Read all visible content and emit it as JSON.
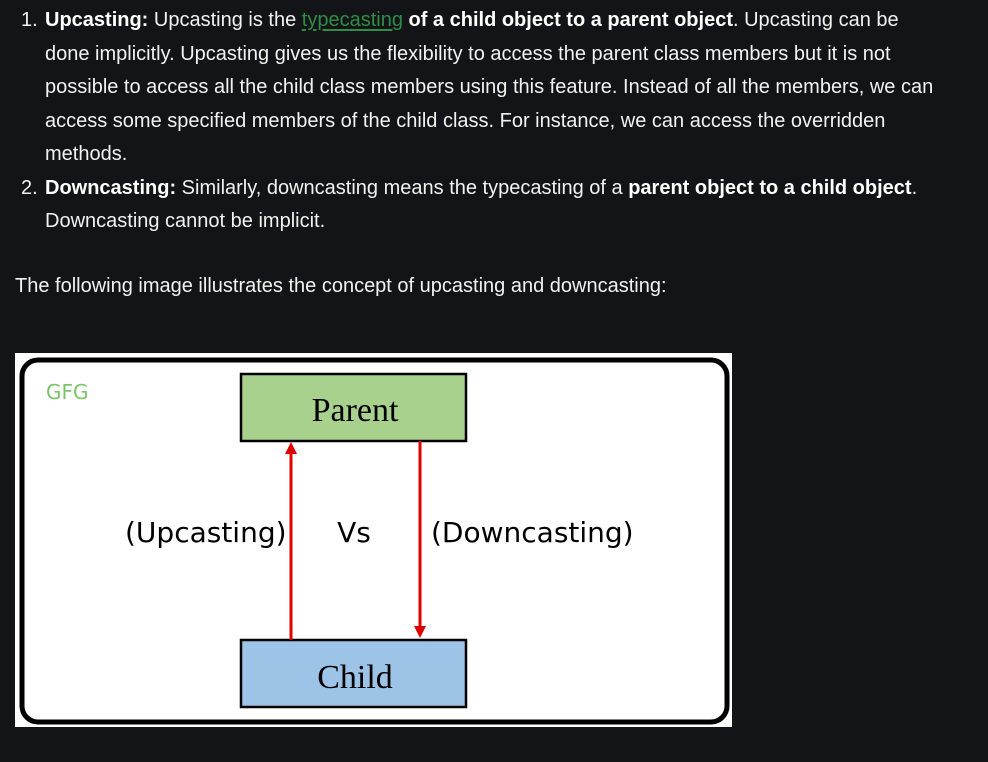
{
  "list": {
    "items": [
      {
        "number": "1.",
        "term": "Upcasting:",
        "text_a": " Upcasting is the ",
        "link": "typecasting",
        "text_b": " ",
        "bold": "of a child object to a parent object",
        "text_c": ". Upcasting can be done implicitly. Upcasting gives us the flexibility to access the parent class members but it is not possible to access all the child class members using this feature. Instead of all the members, we can access some specified members of the child class. For instance, we can access the overridden methods."
      },
      {
        "number": "2.",
        "term": "Downcasting:",
        "text_a": " Similarly, downcasting means the typecasting of a ",
        "bold": "parent object to a child object",
        "text_c": ". Downcasting cannot be implicit."
      }
    ]
  },
  "intro": "The following image illustrates the concept of upcasting and downcasting:",
  "figure": {
    "watermark": "GFG",
    "parent_label": "Parent",
    "child_label": "Child",
    "upcasting_label": "(Upcasting)",
    "vs_label": "Vs",
    "downcasting_label": "(Downcasting)",
    "colors": {
      "parent_fill": "#a9d18e",
      "child_fill": "#9dc3e6",
      "arrow": "#e00000",
      "watermark": "#7cc46b"
    }
  }
}
